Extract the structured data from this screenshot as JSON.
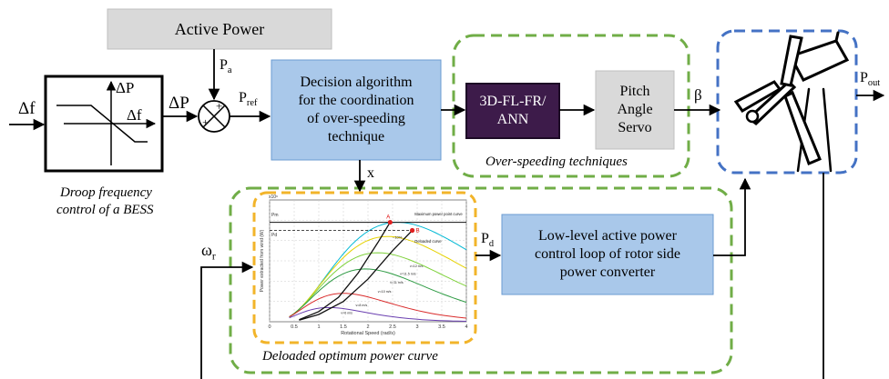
{
  "colors": {
    "grey_box": "#d9d9d9",
    "blue_box": "#a9c8ea",
    "blue_box_border": "#6b9bd1",
    "dark_box": "#3d1b4a",
    "dark_box_border": "#1d0a26",
    "green_dash": "#70ad47",
    "orange_dash": "#f2b42a",
    "blue_dash": "#4472c4",
    "chart_highlight": "#e02020"
  },
  "active_power": {
    "label": "Active Power"
  },
  "droop": {
    "input_label": "Δf",
    "output_label": "ΔP",
    "axis_y_label": "ΔP",
    "axis_x_label": "Δf",
    "caption_line1": "Droop frequency",
    "caption_line2": "control of a BESS"
  },
  "summing_junction": {
    "pa_main": "P",
    "pa_sub": "a",
    "pref_main": "P",
    "pref_sub": "ref",
    "sign_top": "+",
    "sign_left": "+"
  },
  "decision": {
    "line1": "Decision algorithm",
    "line2": "for the coordination",
    "line3": "of over-speeding",
    "line4": "technique",
    "output_label": "x"
  },
  "controller": {
    "line1": "3D-FL-FR/",
    "line2": "ANN"
  },
  "servo": {
    "line1": "Pitch",
    "line2": "Angle",
    "line3": "Servo"
  },
  "over_speeding_caption": "Over-speeding techniques",
  "beta_label": "β",
  "turbine": {
    "output_main": "P",
    "output_sub": "out"
  },
  "omega": {
    "main": "ω",
    "sub": "r"
  },
  "pd": {
    "main": "P",
    "sub": "d"
  },
  "low_level": {
    "line1": "Low-level active power",
    "line2": "control loop of rotor side",
    "line3": "power converter"
  },
  "deloaded_caption": "Deloaded optimum power curve",
  "chart_data": {
    "type": "line",
    "xlabel": "Rotational Speed (rad/s)",
    "ylabel": "Power extracted from wind (W)",
    "xlim": [
      0,
      4
    ],
    "ylim": [
      0,
      3
    ],
    "x_ticks": [
      "0",
      "0.5",
      "1",
      "1.5",
      "2",
      "2.5",
      "3",
      "3.5",
      "4"
    ],
    "y_exponent": "x10⁶",
    "marker_labels": [
      "Pm",
      "Pd"
    ],
    "point_labels": [
      "A",
      "B"
    ],
    "annotations": [
      "Maximum power point curve",
      "Deloaded curve"
    ],
    "speed_labels": [
      "v=12 m/s",
      "v=11.5 m/s",
      "v=11 m/s",
      "v=10 m/s",
      "v=8 m/s",
      "v=6 m/s"
    ],
    "percent_label": "~10%",
    "series": [
      {
        "color": "#00b8d4",
        "peak_x": 2.6,
        "peak_y": 2.45
      },
      {
        "color": "#e6d200",
        "peak_x": 2.4,
        "peak_y": 2.1
      },
      {
        "color": "#7fd13b",
        "peak_x": 2.2,
        "peak_y": 1.7
      },
      {
        "color": "#2e9b44",
        "peak_x": 1.95,
        "peak_y": 1.3
      },
      {
        "color": "#d92b2b",
        "peak_x": 1.5,
        "peak_y": 0.7
      },
      {
        "color": "#6a3fb0",
        "peak_x": 1.2,
        "peak_y": 0.35
      }
    ],
    "mppt_curve": {
      "x": [
        0.6,
        1.0,
        1.4,
        1.8,
        2.2,
        2.45
      ],
      "y": [
        0.05,
        0.25,
        0.6,
        1.2,
        1.95,
        2.45
      ]
    },
    "deloaded_curve": {
      "x": [
        0.6,
        1.0,
        1.5,
        2.0,
        2.5,
        2.9
      ],
      "y": [
        0.04,
        0.18,
        0.5,
        1.05,
        1.75,
        2.25
      ]
    }
  }
}
